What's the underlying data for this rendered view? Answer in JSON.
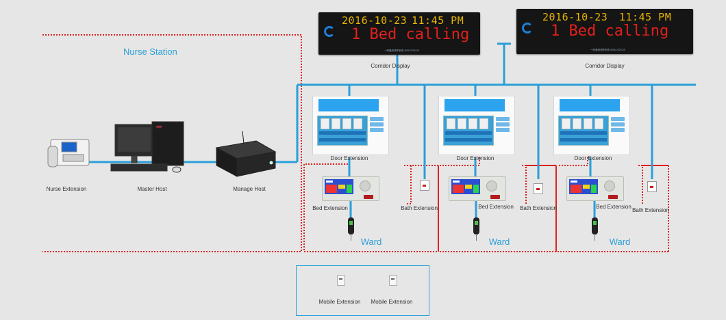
{
  "diagram": {
    "station_label": "Nurse Station",
    "corridor_displays": [
      {
        "date": "2016-10-23",
        "time": "11:45 PM",
        "message": "1 Bed calling",
        "footer": "一网通用消呼系统 4006-2020-00",
        "label": "Corridor Display"
      },
      {
        "date": "2016-10-23",
        "time": "11:45 PM",
        "message": "1 Bed calling",
        "footer": "一网通用消呼系统 4006-2020-00",
        "label": "Corridor Display"
      }
    ],
    "devices": {
      "nurse_extension": "Nurse Extension",
      "master_host": "Master Host",
      "manage_host": "Manage Host"
    },
    "wards": [
      {
        "door": "Door Extension",
        "bed": "Bed Extension",
        "bath": "Bath Extension",
        "label": "Ward"
      },
      {
        "door": "Door Extension",
        "bed": "Bed Extension",
        "bath": "Bath Extension",
        "label": "Ward"
      },
      {
        "door": "Door Extension",
        "bed": "Bed Extension",
        "bath": "Bath Extension",
        "label": "Ward"
      }
    ],
    "mobile_extensions": [
      "Mobile Extension",
      "Mobile Extension"
    ],
    "colors": {
      "bus": "#2a9fd8",
      "dotted": "#e02020",
      "background": "#e6e6e6"
    }
  }
}
